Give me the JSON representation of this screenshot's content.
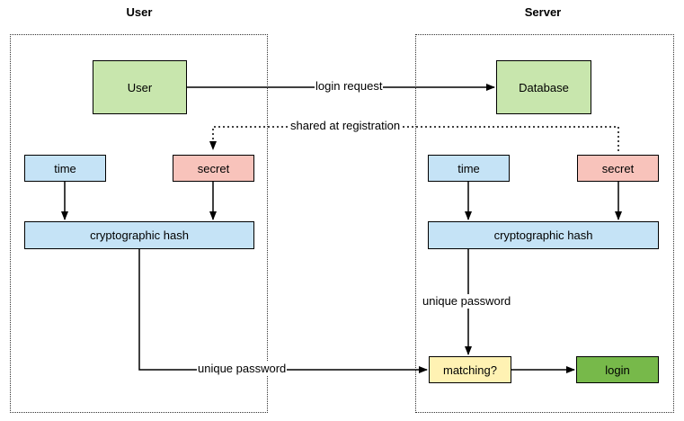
{
  "headings": {
    "user": "User",
    "server": "Server"
  },
  "colors": {
    "green_light": "#c8e6ad",
    "blue_light": "#c5e3f6",
    "red_light": "#f8c3bb",
    "yellow_light": "#fff2b3",
    "green_dark": "#77b94a"
  },
  "nodes": {
    "user": "User",
    "database": "Database",
    "time_user": "time",
    "secret_user": "secret",
    "hash_user": "cryptographic hash",
    "time_server": "time",
    "secret_server": "secret",
    "hash_server": "cryptographic hash",
    "matching": "matching?",
    "login": "login"
  },
  "edges": {
    "login_request": "login request",
    "shared_at_registration": "shared at registration",
    "unique_password_server": "unique password",
    "unique_password_user": "unique password"
  }
}
